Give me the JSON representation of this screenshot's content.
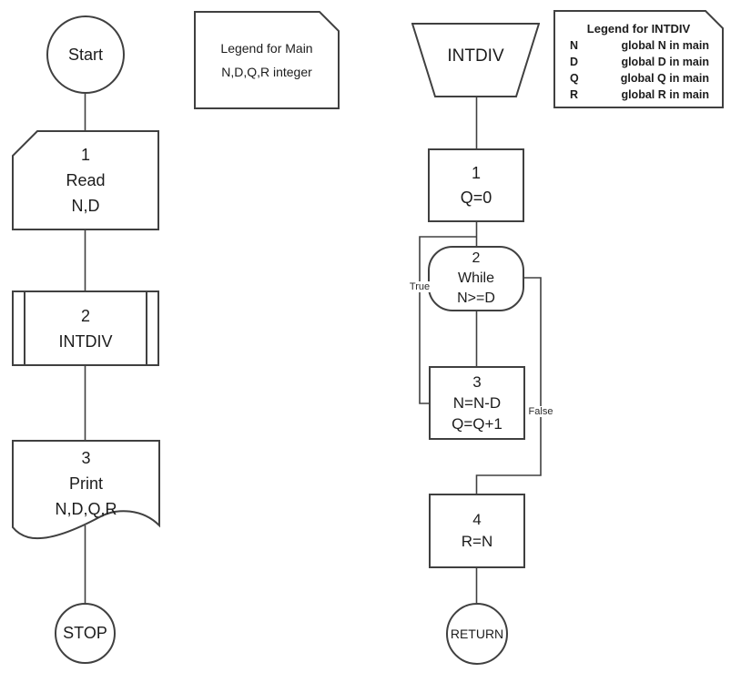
{
  "main_chart": {
    "start": {
      "label": "Start"
    },
    "read": {
      "num": "1",
      "line1": "Read",
      "line2": "N,D"
    },
    "intdiv_call": {
      "num": "2",
      "label": "INTDIV"
    },
    "print": {
      "num": "3",
      "line1": "Print",
      "line2": "N,D,Q,R"
    },
    "stop": {
      "label": "STOP"
    }
  },
  "main_legend": {
    "title": "Legend for Main",
    "body": "N,D,Q,R integer"
  },
  "intdiv_chart": {
    "entry": {
      "label": "INTDIV"
    },
    "step1": {
      "num": "1",
      "line1": "Q=0"
    },
    "while_loop": {
      "num": "2",
      "line1": "While",
      "line2": "N>=D"
    },
    "step3": {
      "num": "3",
      "line1": "N=N-D",
      "line2": "Q=Q+1"
    },
    "step4": {
      "num": "4",
      "line1": "R=N"
    },
    "return": {
      "label": "RETURN"
    },
    "true_label": "True",
    "false_label": "False"
  },
  "intdiv_legend": {
    "title": "Legend for INTDIV",
    "rows": [
      {
        "var": "N",
        "desc": "global N in main"
      },
      {
        "var": "D",
        "desc": "global D in main"
      },
      {
        "var": "Q",
        "desc": "global Q in main"
      },
      {
        "var": "R",
        "desc": "global R in main"
      }
    ]
  },
  "colors": {
    "line": "#404040",
    "text": "#1c1c1c",
    "background": "#ffffff"
  }
}
